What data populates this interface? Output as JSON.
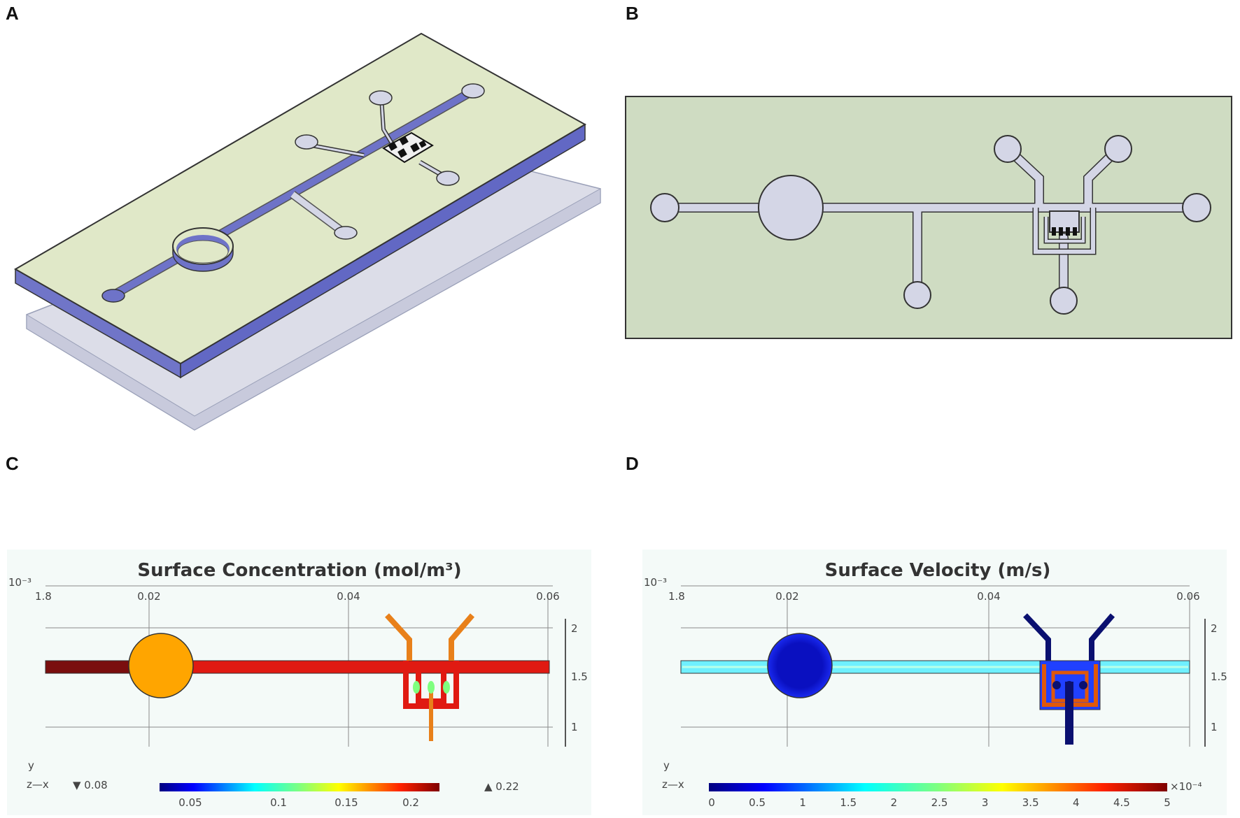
{
  "panels": {
    "a": {
      "letter": "A"
    },
    "b": {
      "letter": "B"
    },
    "c": {
      "letter": "C",
      "title": "Surface Concentration (mol/m³)",
      "y_exponent": "10⁻³",
      "x_ticks": [
        "1.8",
        "0.02",
        "0.04",
        "0.06"
      ],
      "y_ticks": [
        "2",
        "1.5",
        "1"
      ],
      "axis_y": "y",
      "axis_zx": "z—x",
      "min_label": "▼ 0.08",
      "max_label": "▲ 0.22",
      "colorbar_ticks": [
        "0.05",
        "0.1",
        "0.15",
        "0.2"
      ]
    },
    "d": {
      "letter": "D",
      "title": "Surface Velocity (m/s)",
      "y_exponent": "10⁻³",
      "x_ticks": [
        "1.8",
        "0.02",
        "0.04",
        "0.06"
      ],
      "y_ticks": [
        "2",
        "1.5",
        "1"
      ],
      "axis_y": "y",
      "axis_zx": "z—x",
      "colorbar_exponent": "×10⁻⁴",
      "colorbar_ticks": [
        "0",
        "0.5",
        "1",
        "1.5",
        "2",
        "2.5",
        "3",
        "3.5",
        "4",
        "4.5",
        "5"
      ]
    }
  },
  "colors": {
    "chip_top": "#e0e8c8",
    "chip_side": "#6f74c8",
    "base_plate": "#d8dae8",
    "channel_fill": "#d4d6e6",
    "panel_b_bg": "#cfdcc2",
    "conc_inlet": "#7a0e0e",
    "conc_channel": "#e01a12",
    "conc_chamber": "#ffa500",
    "vel_chamber": "#0a12b8",
    "vel_channel": "#6ff0ff"
  }
}
